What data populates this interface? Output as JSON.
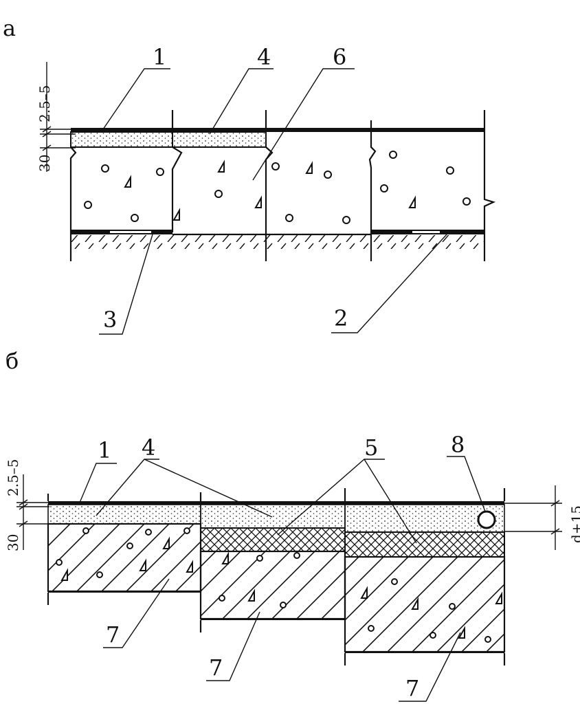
{
  "panel_a": {
    "letter": "а",
    "dim_top": "2.5–5",
    "dim_bottom": "30",
    "callouts": {
      "c1": "1",
      "c4": "4",
      "c6": "6",
      "c3": "3",
      "c2": "2"
    }
  },
  "panel_b": {
    "letter": "б",
    "dim_top": "2.5–5",
    "dim_bottom": "30",
    "dim_right": "d+15",
    "callouts": {
      "c1": "1",
      "c4": "4",
      "c5": "5",
      "c8": "8",
      "c7a": "7",
      "c7b": "7",
      "c7c": "7"
    }
  }
}
